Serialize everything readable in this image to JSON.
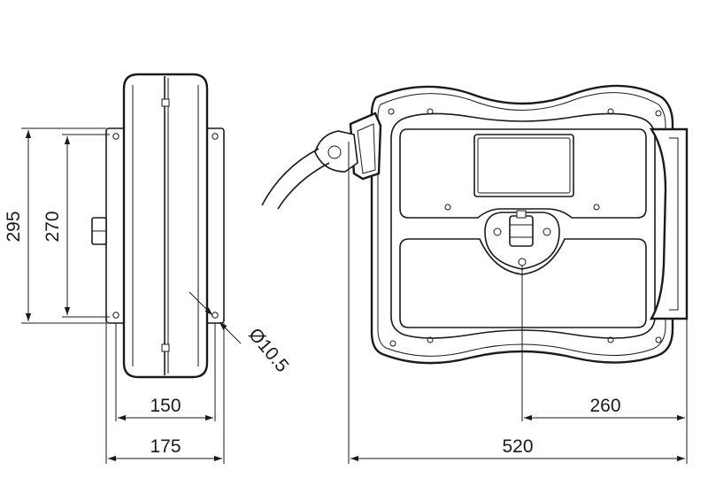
{
  "dimensions": {
    "height_overall": "295",
    "height_mounting": "270",
    "hole_diameter": "Ø10.5",
    "depth_inner": "150",
    "depth_overall": "175",
    "width_overall": "520",
    "width_half": "260"
  },
  "colors": {
    "line": "#1a1a1a",
    "background": "#ffffff"
  }
}
